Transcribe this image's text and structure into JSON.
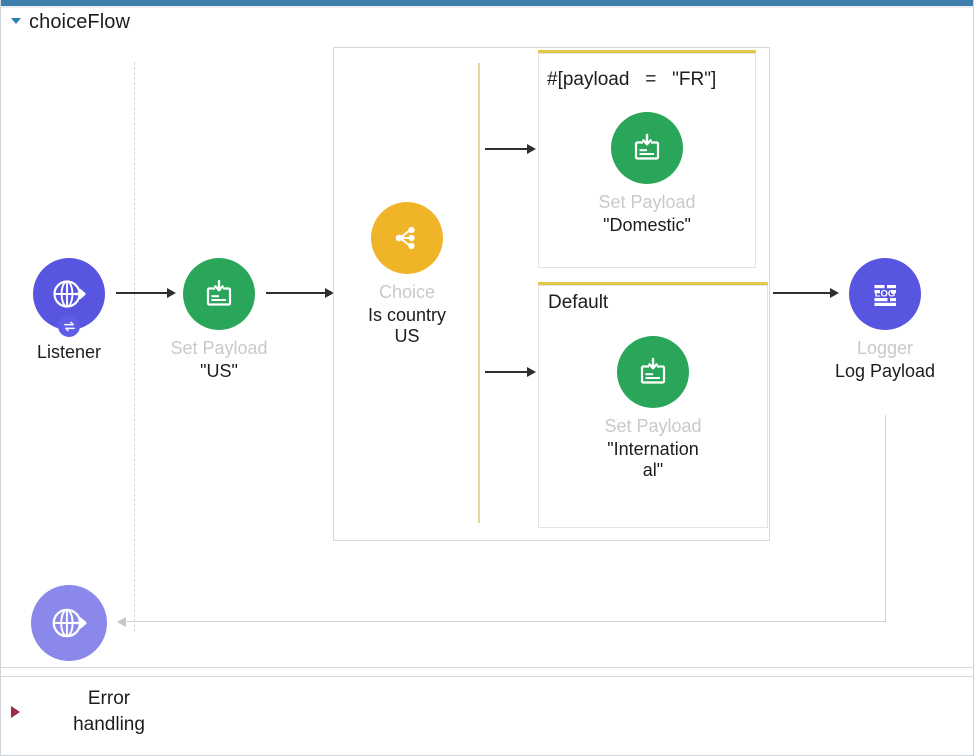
{
  "window": {
    "accent_color": "#3d7eaa"
  },
  "flow": {
    "title": "choiceFlow",
    "caret_icon": "triangle-down-icon"
  },
  "nodes": {
    "listener": {
      "type_label": "",
      "name": "Listener",
      "icon": "globe-arrow-icon",
      "badge_icon": "sync-arrows-icon",
      "color": "#5855e0"
    },
    "set_payload_us": {
      "type_label": "Set Payload",
      "name": "\"US\"",
      "icon": "set-payload-icon",
      "color": "#2aa65a"
    },
    "choice": {
      "type_label": "Choice",
      "name_line1": "Is country",
      "name_line2": "US",
      "icon": "choice-branch-icon",
      "color": "#f0b429"
    },
    "set_payload_domestic": {
      "type_label": "Set Payload",
      "name": "\"Domestic\"",
      "icon": "set-payload-icon",
      "color": "#2aa65a"
    },
    "set_payload_international": {
      "type_label": "Set Payload",
      "name_line1": "\"Internation",
      "name_line2": "al\"",
      "icon": "set-payload-icon",
      "color": "#2aa65a"
    },
    "logger": {
      "type_label": "Logger",
      "name": "Log Payload",
      "icon": "log-icon",
      "icon_text": "LOG",
      "color": "#5855e0"
    },
    "error_listener": {
      "icon": "globe-arrow-icon",
      "color": "#8b88ec"
    }
  },
  "branches": {
    "when": {
      "condition_label": "#[payload   =   \"FR\"]",
      "rule_color": "#e3c84a"
    },
    "default": {
      "label": "Default",
      "rule_color": "#e3c84a"
    }
  },
  "error_handling": {
    "label_line1": "Error",
    "label_line2": "handling",
    "caret_icon": "triangle-right-icon",
    "caret_color": "#9a2b49"
  }
}
